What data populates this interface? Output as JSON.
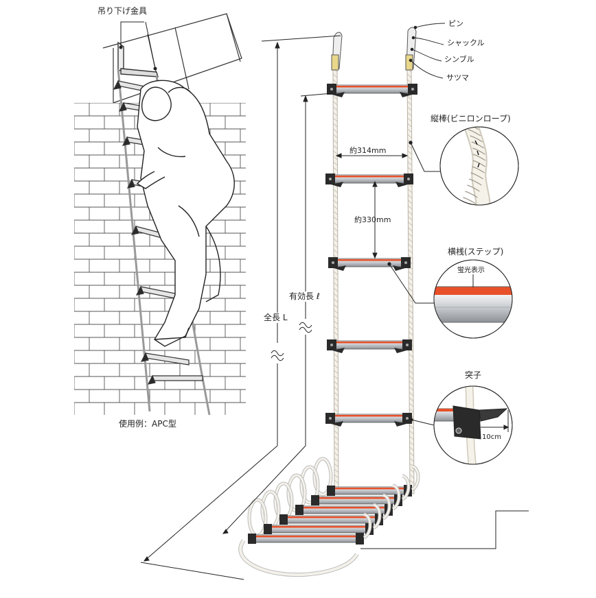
{
  "colors": {
    "line": "#222222",
    "rope": "#f4f1ea",
    "rope_twist": "#b9b2a4",
    "rung_metal": "#c9ccd0",
    "rung_highlight": "#f2f3f4",
    "rung_shadow": "#8d9196",
    "fluorescent": "#e8502a",
    "bracket": "#2a2a2a",
    "brick_line": "#555555"
  },
  "labels": {
    "hanger_fitting": "吊り下げ金具",
    "usage_example": "使用例：APC型",
    "pin": "ピン",
    "shackle": "シャックル",
    "thimble": "シンブル",
    "satsuma": "サツマ",
    "vertical_rope": "縦棒(ビニロンロープ)",
    "width_dim": "約314mm",
    "pitch_dim": "約330mm",
    "step": "横桟(ステップ)",
    "fluorescent_mark": "蛍光表示",
    "standoff": "突子",
    "standoff_dim": "10cm",
    "total_length": "全長 L",
    "effective_length": "有効長 ℓ"
  }
}
